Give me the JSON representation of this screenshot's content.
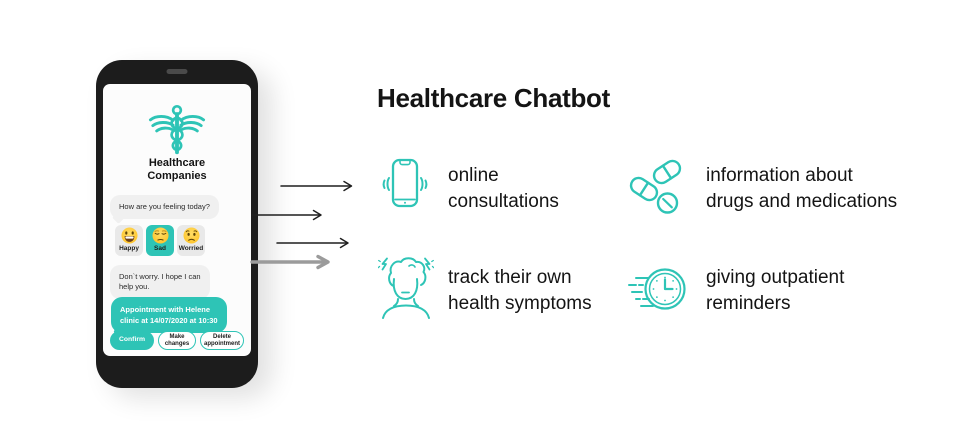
{
  "title": "Healthcare Chatbot",
  "colors": {
    "accent_teal": "#2EC4B6",
    "phone_frame": "#1C1C1C",
    "bubble_gray": "#F0F0F0",
    "text_dark": "#141414",
    "arrow_dark": "#1F1F1F",
    "arrow_gray": "#9B9B9B",
    "emoji_yellow": "#FFCA28"
  },
  "phone": {
    "logo_icon": "caduceus-icon",
    "brand_lines": [
      "Healthcare",
      "Companies"
    ],
    "chat": {
      "question": "How are you feeling today?",
      "reassurance_lines": [
        "Don`t worry. I hope I can",
        "help you."
      ],
      "appointment_lines": [
        "Appointment with Helene",
        "clinic at 14/07/2020 at 10:30"
      ]
    },
    "moods": [
      {
        "label": "Happy",
        "icon": "happy-emoji",
        "selected": false
      },
      {
        "label": "Sad",
        "icon": "sad-emoji",
        "selected": true
      },
      {
        "label": "Worried",
        "icon": "worried-emoji",
        "selected": false
      }
    ],
    "actions": [
      {
        "label": "Confirm",
        "style": "primary"
      },
      {
        "label": "Make changes",
        "style": "outline"
      },
      {
        "label": "Delete appointment",
        "style": "outline"
      }
    ]
  },
  "features": [
    {
      "icon": "vibrating-phone-icon",
      "lines": [
        "online",
        "consultations"
      ]
    },
    {
      "icon": "pills-icon",
      "lines": [
        "information about",
        "drugs and medications"
      ]
    },
    {
      "icon": "patient-symptoms-icon",
      "lines": [
        "track their own",
        "health symptoms"
      ]
    },
    {
      "icon": "speeding-clock-icon",
      "lines": [
        "giving outpatient",
        "reminders"
      ]
    }
  ]
}
